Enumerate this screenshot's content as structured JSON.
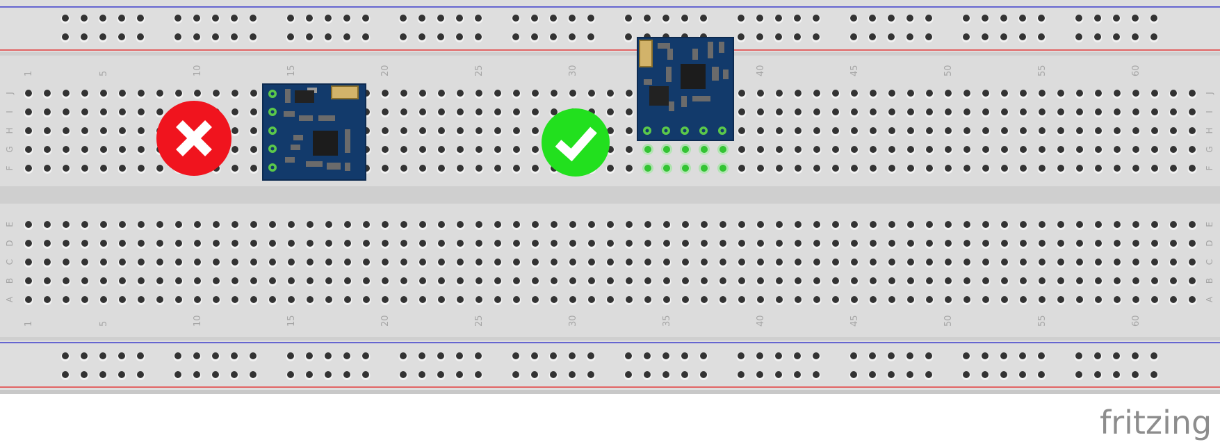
{
  "breadboard": {
    "columns": 63,
    "column_labels": [
      "1",
      "5",
      "10",
      "15",
      "20",
      "25",
      "30",
      "35",
      "40",
      "45",
      "50",
      "55",
      "60"
    ],
    "top_rows": [
      "J",
      "I",
      "H",
      "G",
      "F"
    ],
    "bottom_rows": [
      "E",
      "D",
      "C",
      "B",
      "A"
    ],
    "rail_groups": 10,
    "rail_holes_per_group": 5,
    "colors": {
      "board": "#dcdcdc",
      "center_channel": "#d0d0d0",
      "hole": "#333333",
      "rail_positive": "#e23b3b",
      "rail_negative": "#3d3dcc",
      "highlight_hole": "#33c433"
    }
  },
  "module_wrong": {
    "status_icon": "red-x-icon",
    "status_color": "#f0141e",
    "board_color": "#123a6b"
  },
  "module_right": {
    "status_icon": "green-check-icon",
    "status_color": "#22e01e",
    "board_color": "#123a6b",
    "pins": 5
  },
  "brand": {
    "text": "fritzing",
    "color": "#8d8d8d"
  }
}
